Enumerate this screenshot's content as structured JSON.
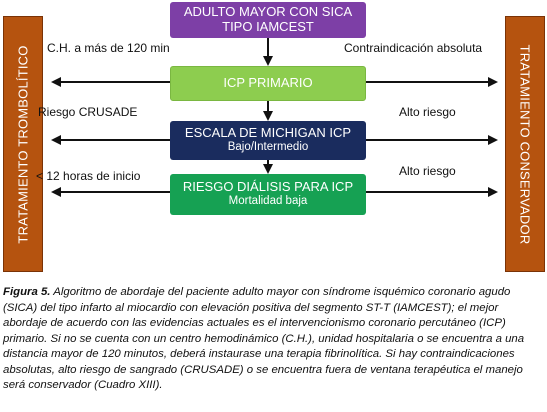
{
  "side_left": "TRATAMIENTO TROMBOLÍTICO",
  "side_right": "TRATAMIENTO CONSERVADOR",
  "box1": {
    "line1": "ADULTO MAYOR CON SICA",
    "line2": "TIPO IAMCEST",
    "color": "#7d3fa6"
  },
  "box2": {
    "line1": "ICP PRIMARIO",
    "color": "#8dcd4f"
  },
  "box3": {
    "line1": "ESCALA DE MICHIGAN ICP",
    "line2": "Bajo/Intermedio",
    "color": "#1a2c5e"
  },
  "box4": {
    "line1": "RIESGO DIÁLISIS PARA ICP",
    "line2": "Mortalidad baja",
    "color": "#16a153"
  },
  "labels": {
    "left1": "C.H. a más de 120 min",
    "right1": "Contraindicación absoluta",
    "left2": "Riesgo CRUSADE",
    "right2": "Alto riesgo",
    "left3": "< 12 horas de inicio",
    "right3": "Alto riesgo"
  },
  "caption": {
    "label": "Figura 5.",
    "text": " Algoritmo de abordaje del paciente adulto mayor con síndrome isquémico coronario agudo (SICA) del tipo infarto al miocardio con elevación positiva del segmento ST-T (IAMCEST); el mejor abordaje de acuerdo con las evidencias actuales es el intervencionismo coronario percutáneo (ICP) primario. Si no se cuenta con un centro hemodinámico (C.H.), unidad hospitalaria o se encuentra a una distancia mayor de 120 minutos, deberá instaurase una terapia fibrinolítica. Si hay contraindicaciones absolutas, alto riesgo de sangrado (CRUSADE) o se encuentra fuera de ventana terapéutica el manejo será conservador (Cuadro XIII)."
  }
}
